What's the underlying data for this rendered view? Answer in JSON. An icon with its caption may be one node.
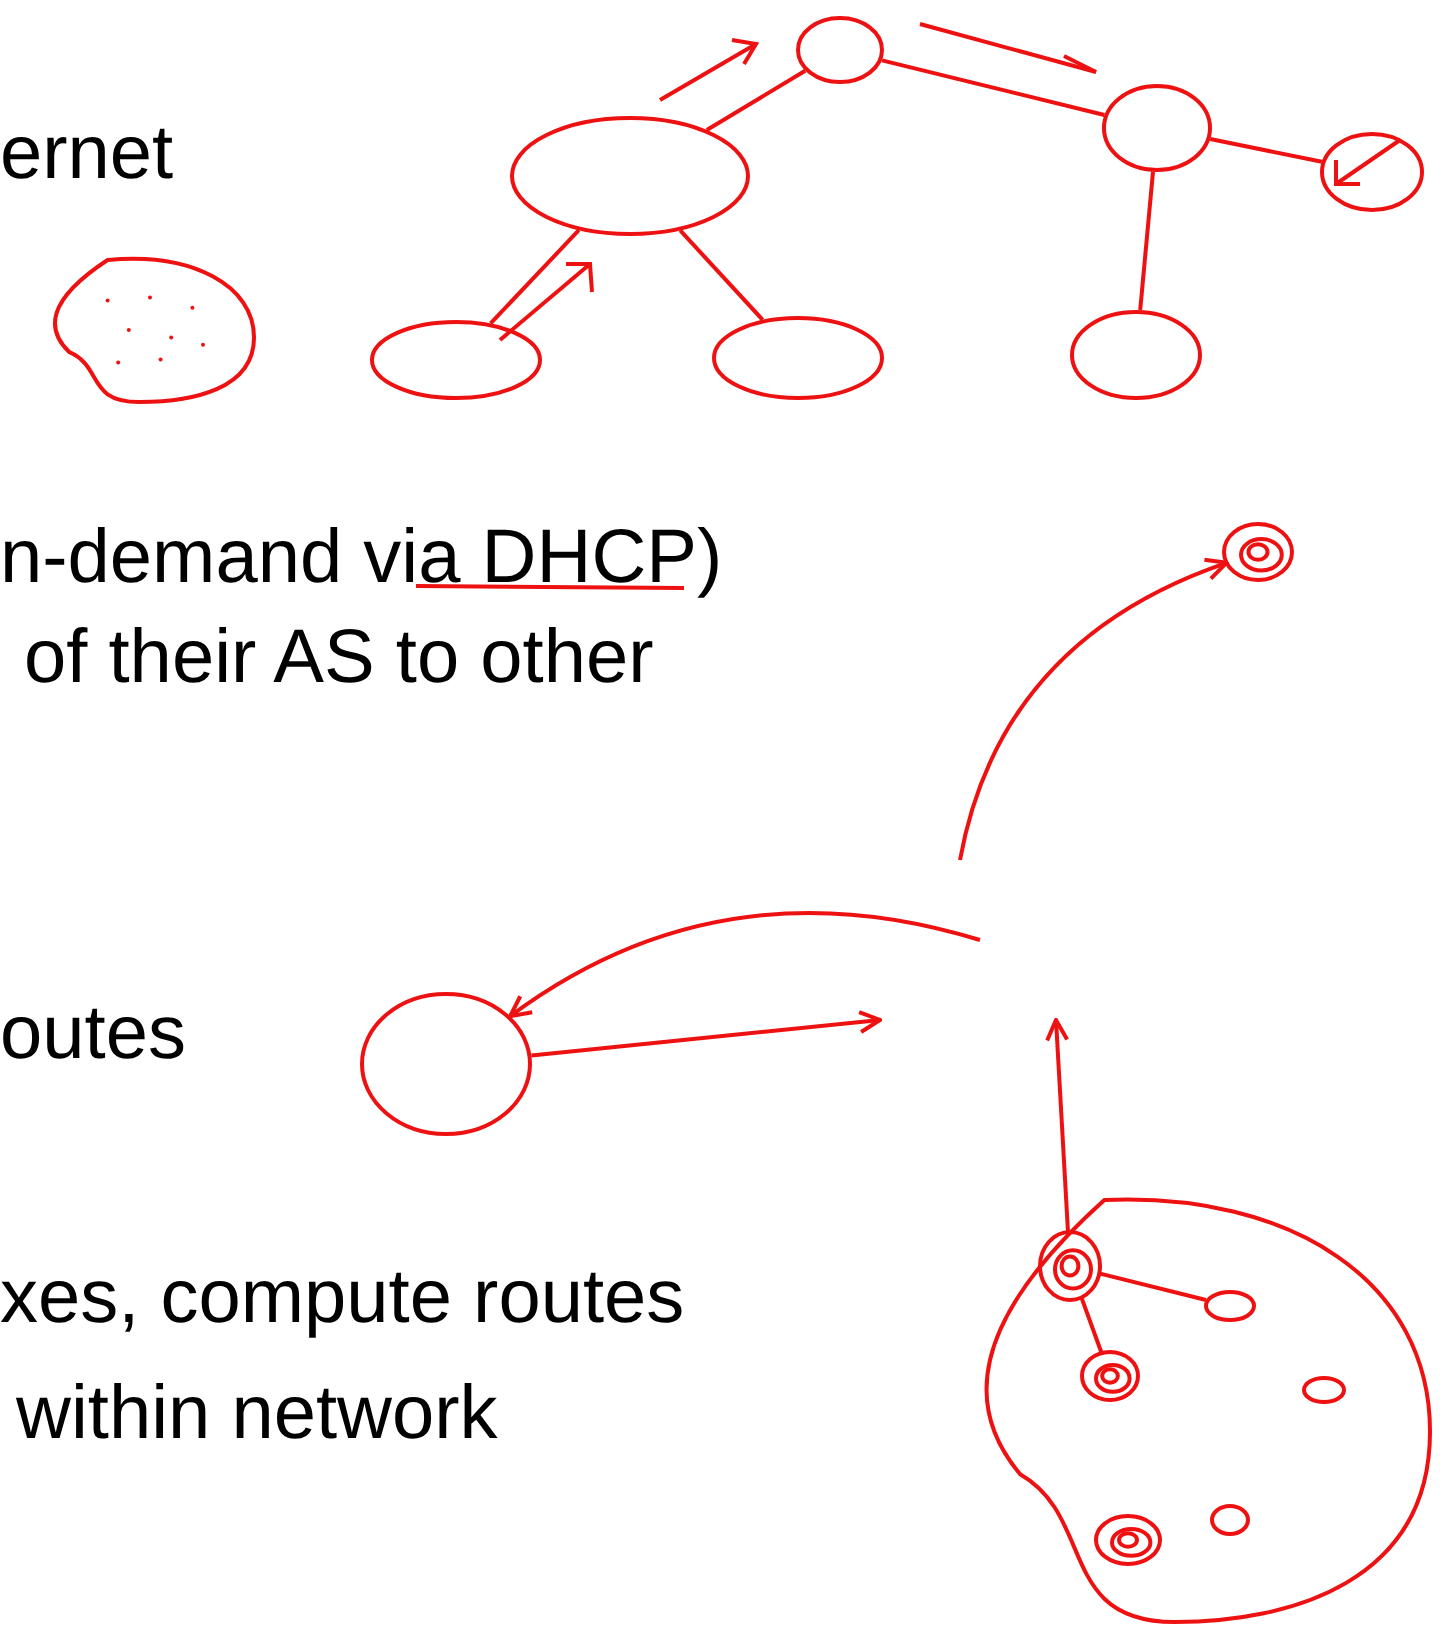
{
  "diagram": {
    "nodes": [
      {
        "text": [],
        "shape": "circle"
      },
      {
        "text": [],
        "shape": "circle"
      },
      {
        "text": [],
        "shape": "circle"
      },
      {
        "text": [],
        "shape": "circle"
      },
      {
        "text": [],
        "shape": "cloud"
      },
      {
        "text": [],
        "shape": "circle"
      },
      {
        "text": [],
        "shape": "circle"
      },
      {
        "text": [],
        "shape": "circle"
      },
      {
        "text": [],
        "shape": "circle"
      },
      {
        "text": [],
        "shape": "circle"
      },
      {
        "text": [],
        "shape": "cloud"
      },
      {
        "text": [],
        "shape": "circle",
        "in": 10
      },
      {
        "text": [],
        "shape": "circle",
        "in": 10
      },
      {
        "text": [],
        "shape": "circle",
        "in": 10
      },
      {
        "text": [],
        "shape": "circle",
        "in": 10
      },
      {
        "text": [],
        "shape": "circle",
        "in": 10
      },
      {
        "text": [],
        "shape": "circle",
        "in": 10
      }
    ],
    "edges": [
      {
        "from": 1,
        "to": 0,
        "arrow": "none"
      },
      {
        "from": 0,
        "to": 2,
        "arrow": "none"
      },
      {
        "from": 2,
        "to": 3,
        "arrow": "none"
      },
      {
        "from": 2,
        "to": 7,
        "arrow": "none"
      },
      {
        "from": 1,
        "to": 5,
        "arrow": "none"
      },
      {
        "from": 1,
        "to": 6,
        "arrow": "none"
      },
      {
        "from": null,
        "to": 8,
        "arrow": "to"
      },
      {
        "from": null,
        "to": 9,
        "arrow": "to"
      },
      {
        "from": 9,
        "to": null,
        "arrow": "to"
      },
      {
        "from": 11,
        "to": null,
        "arrow": "to"
      },
      {
        "from": 11,
        "to": 12,
        "arrow": "none"
      },
      {
        "from": 11,
        "to": 13,
        "arrow": "none"
      }
    ],
    "labels": [
      "ernet",
      "n-demand via DHCP)",
      "of their AS to other",
      "outes",
      "xes, compute routes",
      "within network"
    ]
  }
}
